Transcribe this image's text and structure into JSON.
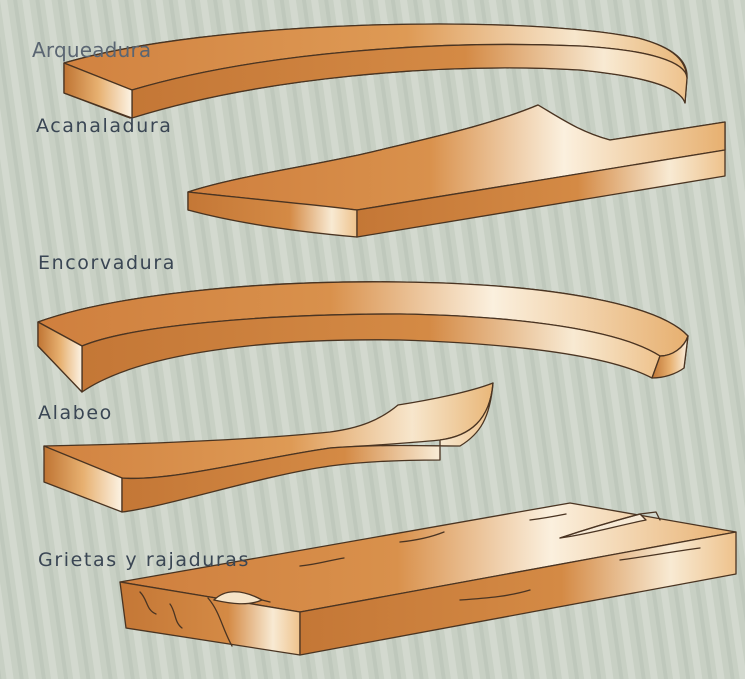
{
  "labels": {
    "arqueadura": "Arqueadura",
    "acanaladura": "Acanaladura",
    "encorvadura": "Encorvadura",
    "alabeo": "Alabeo",
    "grietas": "Grietas y rajaduras"
  },
  "colors": {
    "background": "#c8d0c4",
    "wood": "#d48a45",
    "wood_highlight": "#fbf2e3",
    "wood_side": "#c47a38",
    "outline": "#4a3422",
    "label": "#3a4654"
  }
}
